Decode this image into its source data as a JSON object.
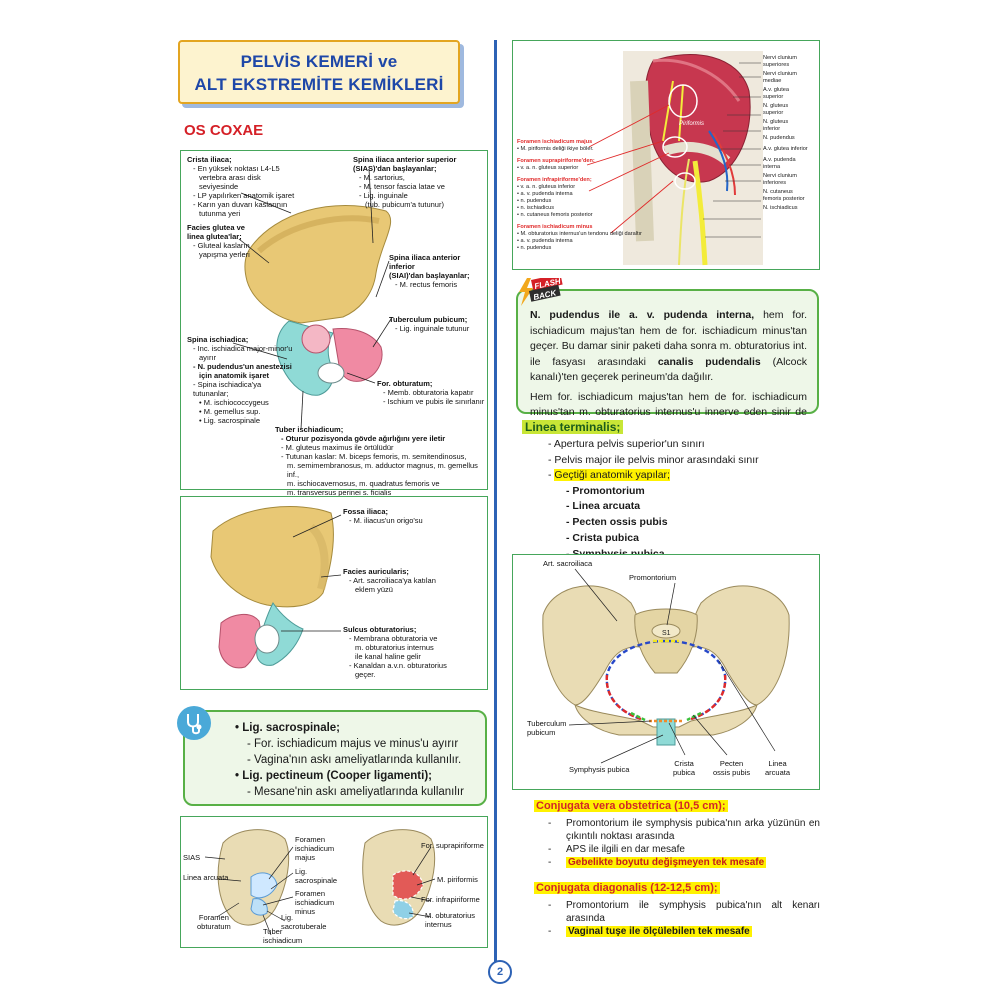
{
  "title": {
    "line1": "PELVİS KEMERİ ve",
    "line2": "ALT EKSTREMİTE KEMİKLERİ"
  },
  "section": "OS COXAE",
  "figure1": {
    "crista_title": "Crista iliaca;",
    "crista_1": "- En yüksek noktası L4-L5",
    "crista_1b": "vertebra arası disk seviyesinde",
    "crista_2": "- LP yapılırken anatomik işaret",
    "crista_3": "- Karın yan duvarı kaslarının",
    "crista_3b": "tutunma yeri",
    "facies_title": "Facies glutea ve",
    "facies_title2": "linea glutea'lar;",
    "facies_1": "- Gluteal kasların",
    "facies_1b": "yapışma yerleri",
    "sias_title": "Spina iliaca anterior superior",
    "sias_title2": "(SIAS)'dan başlayanlar;",
    "sias_1": "- M. sartorius,",
    "sias_2": "- M. tensor fascia latae ve",
    "sias_3": "- Lig. inguinale",
    "sias_3b": "(tub. pubicum'a tutunur)",
    "siai_title": "Spina iliaca anterior inferior",
    "siai_title2": "(SIAI)'dan başlayanlar;",
    "siai_1": "- M. rectus femoris",
    "tub_pub_title": "Tuberculum pubicum;",
    "tub_pub_1": "- Lig. inguinale tutunur",
    "spina_isch_title": "Spina ischiadica;",
    "spina_isch_1": "- Inc. ischiadica major-minor'u",
    "spina_isch_1b": "ayırır",
    "spina_isch_2": "- N. pudendus'un anestezisi",
    "spina_isch_2b": "için anatomik işaret",
    "spina_isch_3": "- Spina ischiadica'ya tutunanlar;",
    "spina_isch_3a": "• M. ischiococcygeus",
    "spina_isch_3b": "• M. gemellus sup.",
    "spina_isch_3c": "• Lig. sacrospinale",
    "for_obt_title": "For. obturatum;",
    "for_obt_1": "- Memb. obturatoria kapatır",
    "for_obt_2": "- Ischium ve pubis ile sınırlanır",
    "tuber_title": "Tuber ischiadicum;",
    "tuber_1": "- Oturur pozisyonda gövde ağırlığını yere iletir",
    "tuber_2": "- M. gluteus maximus ile örtülüdür",
    "tuber_3": "- Tutunan kaslar: M. biceps femoris, m. semitendinosus,",
    "tuber_3b": "m. semimembranosus, m. adductor magnus, m. gemellus inf.,",
    "tuber_3c": "m. ischiocavernosus, m. quadratus femoris ve",
    "tuber_3d": "m. transversus perinei s. ficialis"
  },
  "figure2": {
    "fossa_title": "Fossa iliaca;",
    "fossa_1": "- M. iliacus'un origo'su",
    "auric_title": "Facies auricularis;",
    "auric_1": "- Art. sacroiliaca'ya katılan",
    "auric_1b": "eklem yüzü",
    "sulcus_title": "Sulcus obturatorius;",
    "sulcus_1": "- Membrana obturatoria ve",
    "sulcus_1b": "m. obturatorius internus",
    "sulcus_1c": "ile kanal haline gelir",
    "sulcus_2": "- Kanaldan a.v.n. obturatorius",
    "sulcus_2b": "geçer."
  },
  "note": {
    "item1_title": "Lig. sacrospinale;",
    "item1_a": "- For. ischiadicum majus ve minus'u ayırır",
    "item1_b": "- Vagina'nın askı ameliyatlarında kullanılır.",
    "item2_title": "Lig. pectineum (Cooper ligamenti);",
    "item2_a": "- Mesane'nin askı ameliyatlarında kullanılır"
  },
  "figure3": {
    "sias": "SIAS",
    "linea_arcuata": "Linea arcuata",
    "foramen_obt": "Foramen",
    "foramen_obt2": "obturatum",
    "for_isch_majus": "Foramen",
    "for_isch_majus2": "ischiadicum",
    "for_isch_majus3": "majus",
    "lig_sacrospinale": "Lig.",
    "lig_sacrospinale2": "sacrospinale",
    "for_isch_minus": "Foramen",
    "for_isch_minus2": "ischiadicum",
    "for_isch_minus3": "minus",
    "lig_sacrotub": "Lig.",
    "lig_sacrotub2": "sacrotuberale",
    "tuber_isch": "Tuber",
    "tuber_isch2": "ischiadicum",
    "for_supra": "For. suprapiriforme",
    "m_piriformis": "M. piriformis",
    "for_infra": "For. infrapiriforme",
    "m_obt_int": "M. obturatorius",
    "m_obt_int2": "internus"
  },
  "figure4": {
    "left_1_title": "Foramen ischiadicum majus",
    "left_1a": "• M. piriformis deliği ikiye böler.",
    "left_2_title": "Foramen suprapiriforme'den;",
    "left_2a": "• v. a. n. gluteus superior",
    "left_3_title": "Foramen infrapiriforme'den;",
    "left_3a": "• v. a. n. gluteus inferior",
    "left_3b": "• a. v. pudenda interna",
    "left_3c": "• n. pudendus",
    "left_3d": "• n. ischiadicus",
    "left_3e": "• n. cutaneus femoris posterior",
    "left_4_title": "Foramen ischiadicum minus",
    "left_4a": "• M. obturatorius internus'un tendonu deliği daraltır",
    "left_4b": "• a. v. pudenda interna",
    "left_4c": "• n. pudendus",
    "r1": "Nervi clunium",
    "r1b": "superiores",
    "r2": "Nervi clunium",
    "r2b": "mediae",
    "r3": "A.v. glutea",
    "r3b": "superior",
    "r4": "N. gluteus",
    "r4b": "superior",
    "r5": "N. gluteus",
    "r5b": "inferior",
    "r6": "N. pudendus",
    "r7": "A.v. glutea inferior",
    "r8": "A.v. pudenda",
    "r8b": "interna",
    "r9": "Nervi clunium",
    "r9b": "inferiores",
    "r10": "N. cutaneus",
    "r10b": "femoris posterior",
    "r11": "N. ischiadicus",
    "piriformis": "Piriformis"
  },
  "flashback": {
    "tag1": "FLASH",
    "tag2": "BACK",
    "p1_bold": "N. pudendus ile a. v. pudenda interna,",
    "p1_a": " hem for. ischiadicum majus'tan hem de for. ischiadicum minus'tan geçer. Bu damar sinir paketi daha sonra m. obturatorius int. ile fasyası arasındaki ",
    "p1_bold2": "canalis pudendalis",
    "p1_b": " (Alcock kanalı)'ten geçerek perineum'da dağılır.",
    "p2": "Hem for. ischiadicum majus'tan hem de for. ischiadicum minus'tan m. obturatorius internus'u innerve eden sinir de geçer."
  },
  "linea_terminalis": {
    "title": "Linea terminalis;",
    "items": [
      "- Apertura pelvis superior'un sınırı",
      "- Pelvis major ile pelvis minor arasındaki sınır"
    ],
    "gecis": "Geçtiği anatomik yapılar;",
    "structures": [
      "- Promontorium",
      "- Linea arcuata",
      "- Pecten ossis pubis",
      "- Crista pubica",
      "- Symphysis pubica"
    ]
  },
  "figure5": {
    "art_sacro": "Art. sacroiliaca",
    "promontorium": "Promontorium",
    "s1": "S1",
    "tuberculum": "Tuberculum",
    "tuberculum2": "pubicum",
    "symphysis": "Symphysis pubica",
    "crista": "Crista",
    "crista2": "pubica",
    "pecten": "Pecten",
    "pecten2": "ossis pubis",
    "linea": "Linea",
    "linea2": "arcuata"
  },
  "conjugata_vera": {
    "title": "Conjugata vera obstetrica (10,5 cm);",
    "items": [
      "Promontorium ile symphysis pubica'nın arka yüzünün en çıkıntılı noktası arasında",
      "APS ile ilgili en dar mesafe"
    ],
    "highlight": "Gebelikte boyutu değişmeyen tek mesafe"
  },
  "conjugata_diag": {
    "title": "Conjugata diagonalis (12-12,5 cm);",
    "items": [
      "Promontorium ile symphysis pubica'nın alt kenarı arasında"
    ],
    "highlight": "Vaginal tuşe ile ölçülebilen tek mesafe"
  },
  "page_number": "2",
  "colors": {
    "ilium": "#e8c875",
    "ischium": "#8fdad6",
    "pubis": "#f08aa3",
    "accent_blue": "#2d62b5",
    "accent_green": "#58b046",
    "title_red": "#d52027"
  }
}
